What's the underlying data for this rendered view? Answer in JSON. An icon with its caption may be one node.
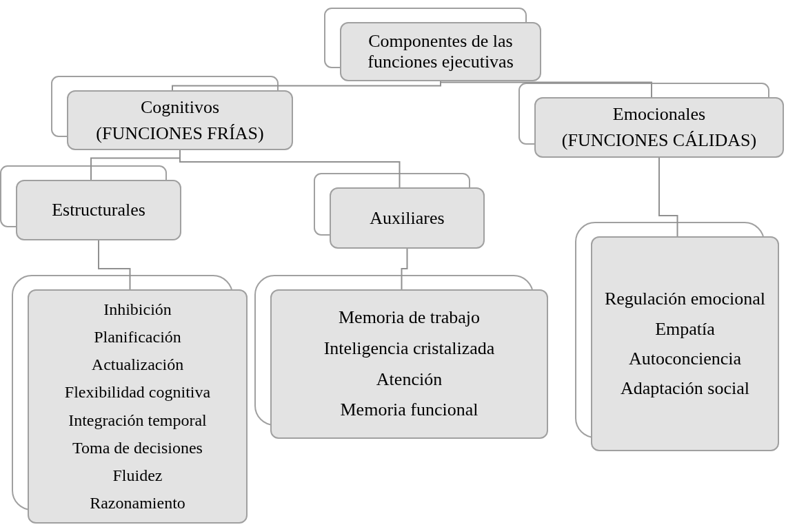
{
  "diagram": {
    "nodes": [
      {
        "text": [
          "Componentes de las funciones ejecutivas"
        ]
      },
      {
        "text": [
          "Cognitivos",
          "(FUNCIONES FRÍAS)"
        ]
      },
      {
        "text": [
          "Emocionales",
          "(FUNCIONES CÁLIDAS)"
        ]
      },
      {
        "text": [
          "Estructurales"
        ]
      },
      {
        "text": [
          "Auxiliares"
        ]
      },
      {
        "text": [
          "Inhibición",
          "Planificación",
          "Actualización",
          "Flexibilidad cognitiva",
          "Integración temporal",
          "Toma de decisiones",
          "Fluidez",
          "Razonamiento"
        ]
      },
      {
        "text": [
          "Memoria de trabajo",
          "Inteligencia cristalizada",
          "Atención",
          "Memoria funcional"
        ]
      },
      {
        "text": [
          "Regulación emocional",
          "Empatía",
          "Autoconciencia",
          "Adaptación social"
        ]
      }
    ],
    "edges": [
      {
        "from": 0,
        "to": 1,
        "arrow": "none"
      },
      {
        "from": 0,
        "to": 2,
        "arrow": "none"
      },
      {
        "from": 1,
        "to": 3,
        "arrow": "none"
      },
      {
        "from": 1,
        "to": 4,
        "arrow": "none"
      },
      {
        "from": 3,
        "to": 5,
        "arrow": "none"
      },
      {
        "from": 4,
        "to": 6,
        "arrow": "none"
      },
      {
        "from": 2,
        "to": 7,
        "arrow": "none"
      }
    ]
  }
}
